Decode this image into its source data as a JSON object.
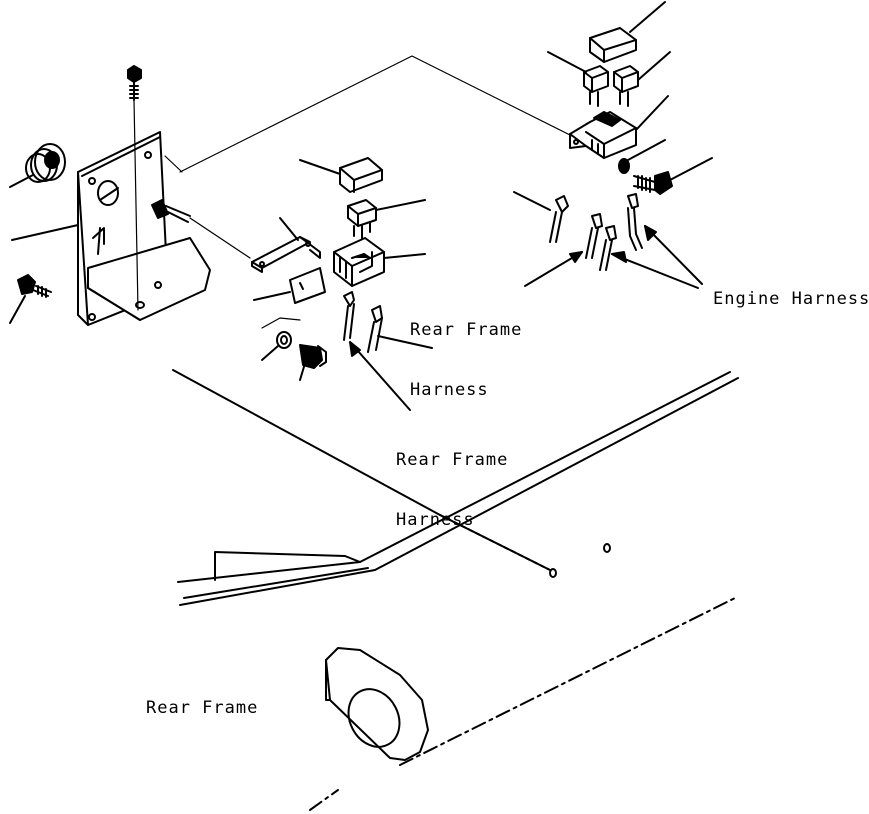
{
  "labels": {
    "rear_frame_harness_top": [
      "Rear Frame",
      "Harness"
    ],
    "rear_frame_harness_bottom": [
      "Rear Frame",
      "Harness"
    ],
    "engine_harness": "Engine Harness",
    "rear_frame": "Rear Frame"
  }
}
